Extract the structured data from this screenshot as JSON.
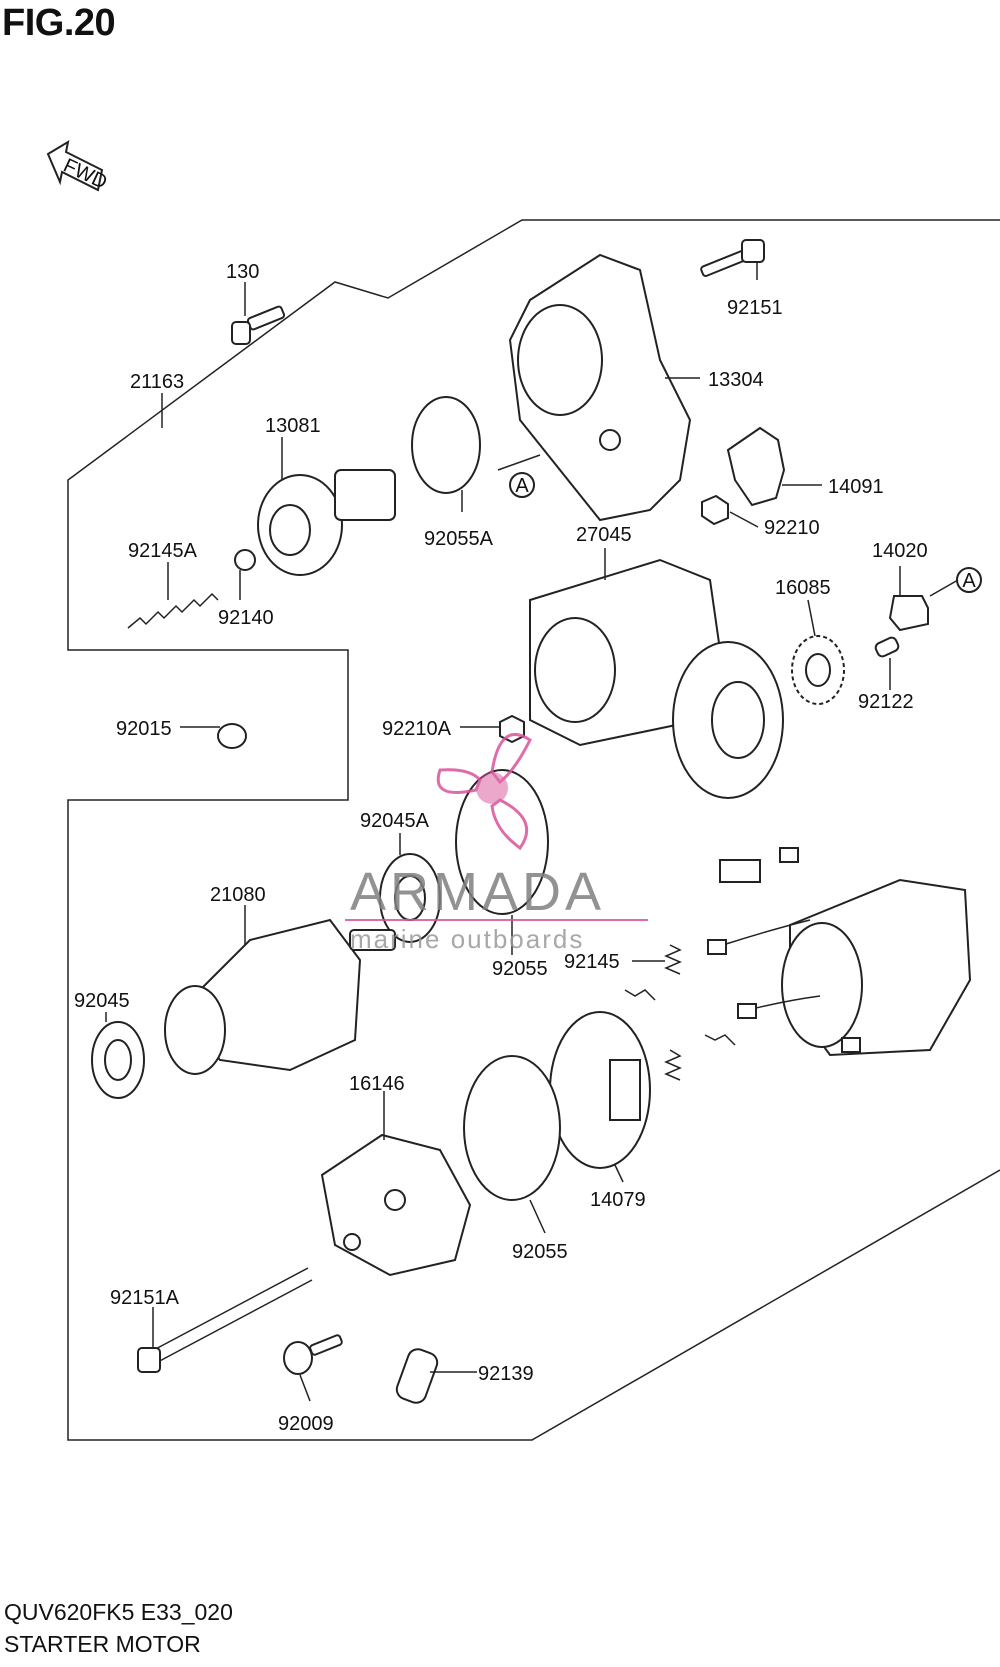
{
  "figure": {
    "title": "FIG.20",
    "code": "QUV620FK5 E33_020",
    "name": "STARTER MOTOR"
  },
  "direction_marker": "FWD",
  "reference_marker": "A",
  "watermark": {
    "brand": "ARMADA",
    "tagline": "marine outboards",
    "color": "#d9539a"
  },
  "parts": [
    {
      "id": "130"
    },
    {
      "id": "21163"
    },
    {
      "id": "13081"
    },
    {
      "id": "92145A"
    },
    {
      "id": "92140"
    },
    {
      "id": "92055A"
    },
    {
      "id": "92151"
    },
    {
      "id": "13304"
    },
    {
      "id": "14091"
    },
    {
      "id": "27045"
    },
    {
      "id": "92210"
    },
    {
      "id": "14020"
    },
    {
      "id": "16085"
    },
    {
      "id": "92122"
    },
    {
      "id": "92015"
    },
    {
      "id": "92210A"
    },
    {
      "id": "92045A"
    },
    {
      "id": "21080"
    },
    {
      "id": "92055"
    },
    {
      "id": "92145"
    },
    {
      "id": "92045"
    },
    {
      "id": "16146"
    },
    {
      "id": "92055"
    },
    {
      "id": "14079"
    },
    {
      "id": "92151A"
    },
    {
      "id": "92009"
    },
    {
      "id": "92139"
    }
  ]
}
